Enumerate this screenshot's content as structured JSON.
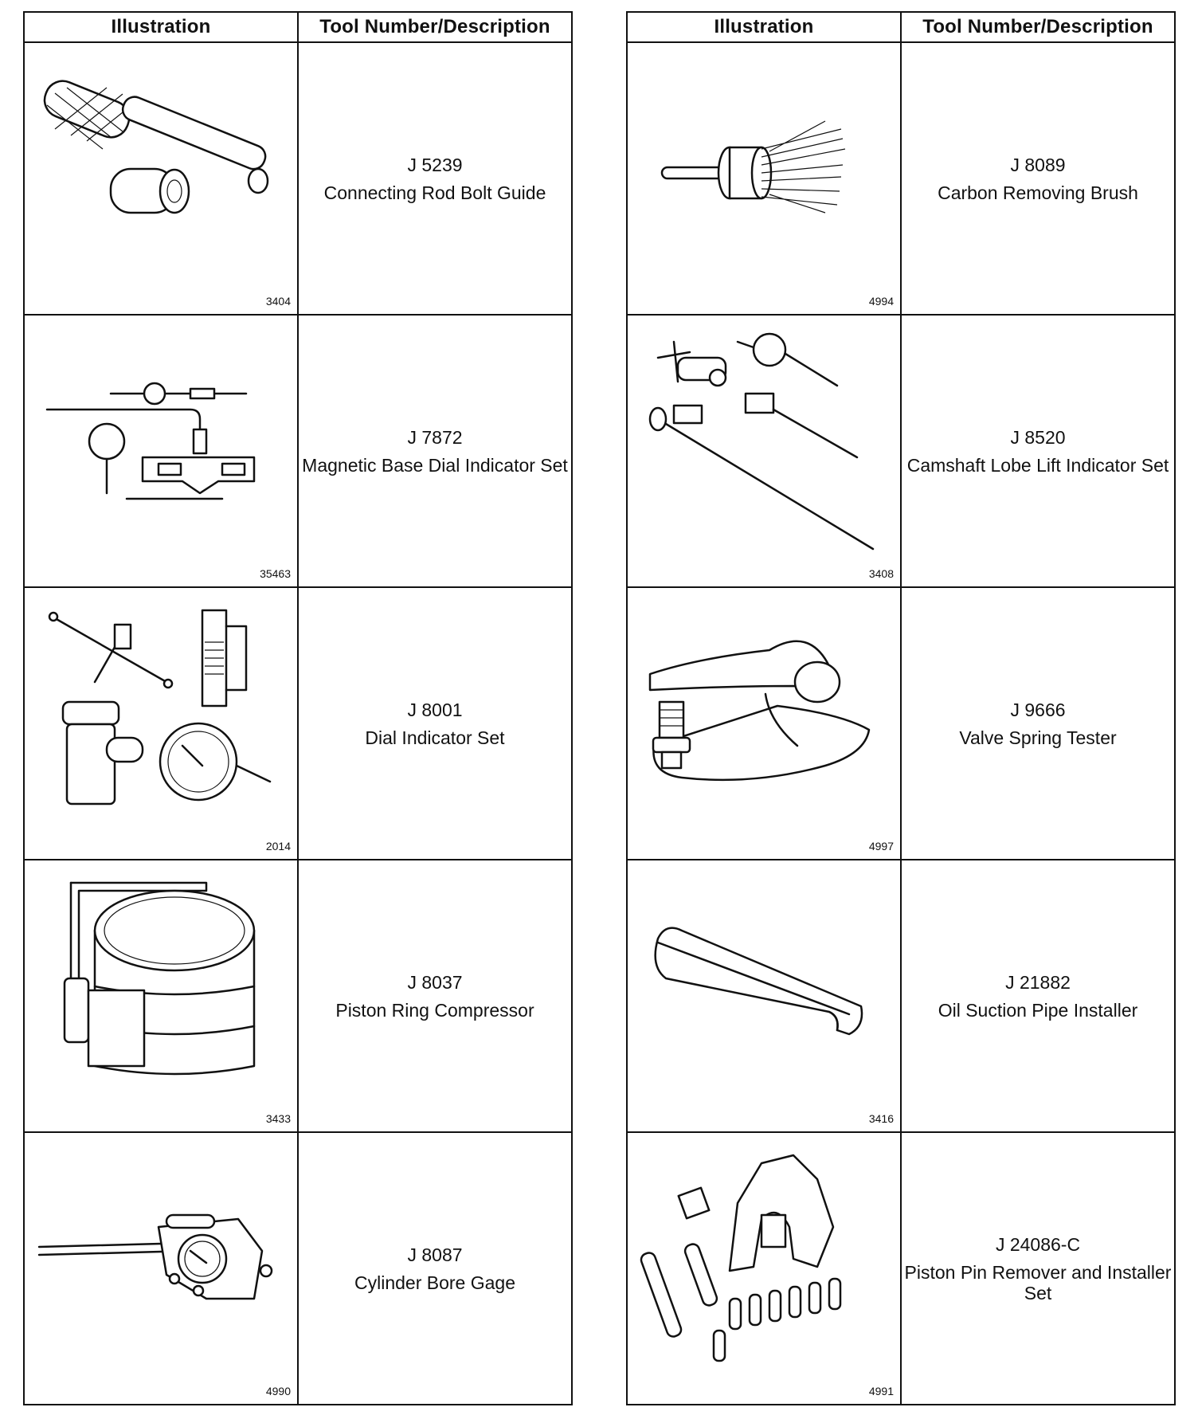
{
  "left_table": {
    "header": {
      "illustration": "Illustration",
      "description": "Tool Number/Description"
    },
    "rows": [
      {
        "fig": "3404",
        "icon": "connecting-rod-bolt-guide",
        "number": "J 5239",
        "desc": "Connecting Rod Bolt Guide"
      },
      {
        "fig": "35463",
        "icon": "magnetic-base-dial-indicator",
        "number": "J 7872",
        "desc": "Magnetic Base Dial Indicator Set"
      },
      {
        "fig": "2014",
        "icon": "dial-indicator-set",
        "number": "J 8001",
        "desc": "Dial Indicator Set"
      },
      {
        "fig": "3433",
        "icon": "piston-ring-compressor",
        "number": "J 8037",
        "desc": "Piston Ring Compressor"
      },
      {
        "fig": "4990",
        "icon": "cylinder-bore-gage",
        "number": "J 8087",
        "desc": "Cylinder Bore Gage"
      }
    ]
  },
  "right_table": {
    "header": {
      "illustration": "Illustration",
      "description": "Tool Number/Description"
    },
    "rows": [
      {
        "fig": "4994",
        "icon": "carbon-removing-brush",
        "number": "J 8089",
        "desc": "Carbon Removing Brush"
      },
      {
        "fig": "3408",
        "icon": "camshaft-lobe-lift-indicator",
        "number": "J 8520",
        "desc": "Camshaft Lobe Lift Indicator Set"
      },
      {
        "fig": "4997",
        "icon": "valve-spring-tester",
        "number": "J 9666",
        "desc": "Valve Spring Tester"
      },
      {
        "fig": "3416",
        "icon": "oil-suction-pipe-installer",
        "number": "J 21882",
        "desc": "Oil Suction Pipe Installer"
      },
      {
        "fig": "4991",
        "icon": "piston-pin-remover-installer",
        "number": "J 24086-C",
        "desc": "Piston Pin Remover and Installer Set"
      }
    ]
  }
}
